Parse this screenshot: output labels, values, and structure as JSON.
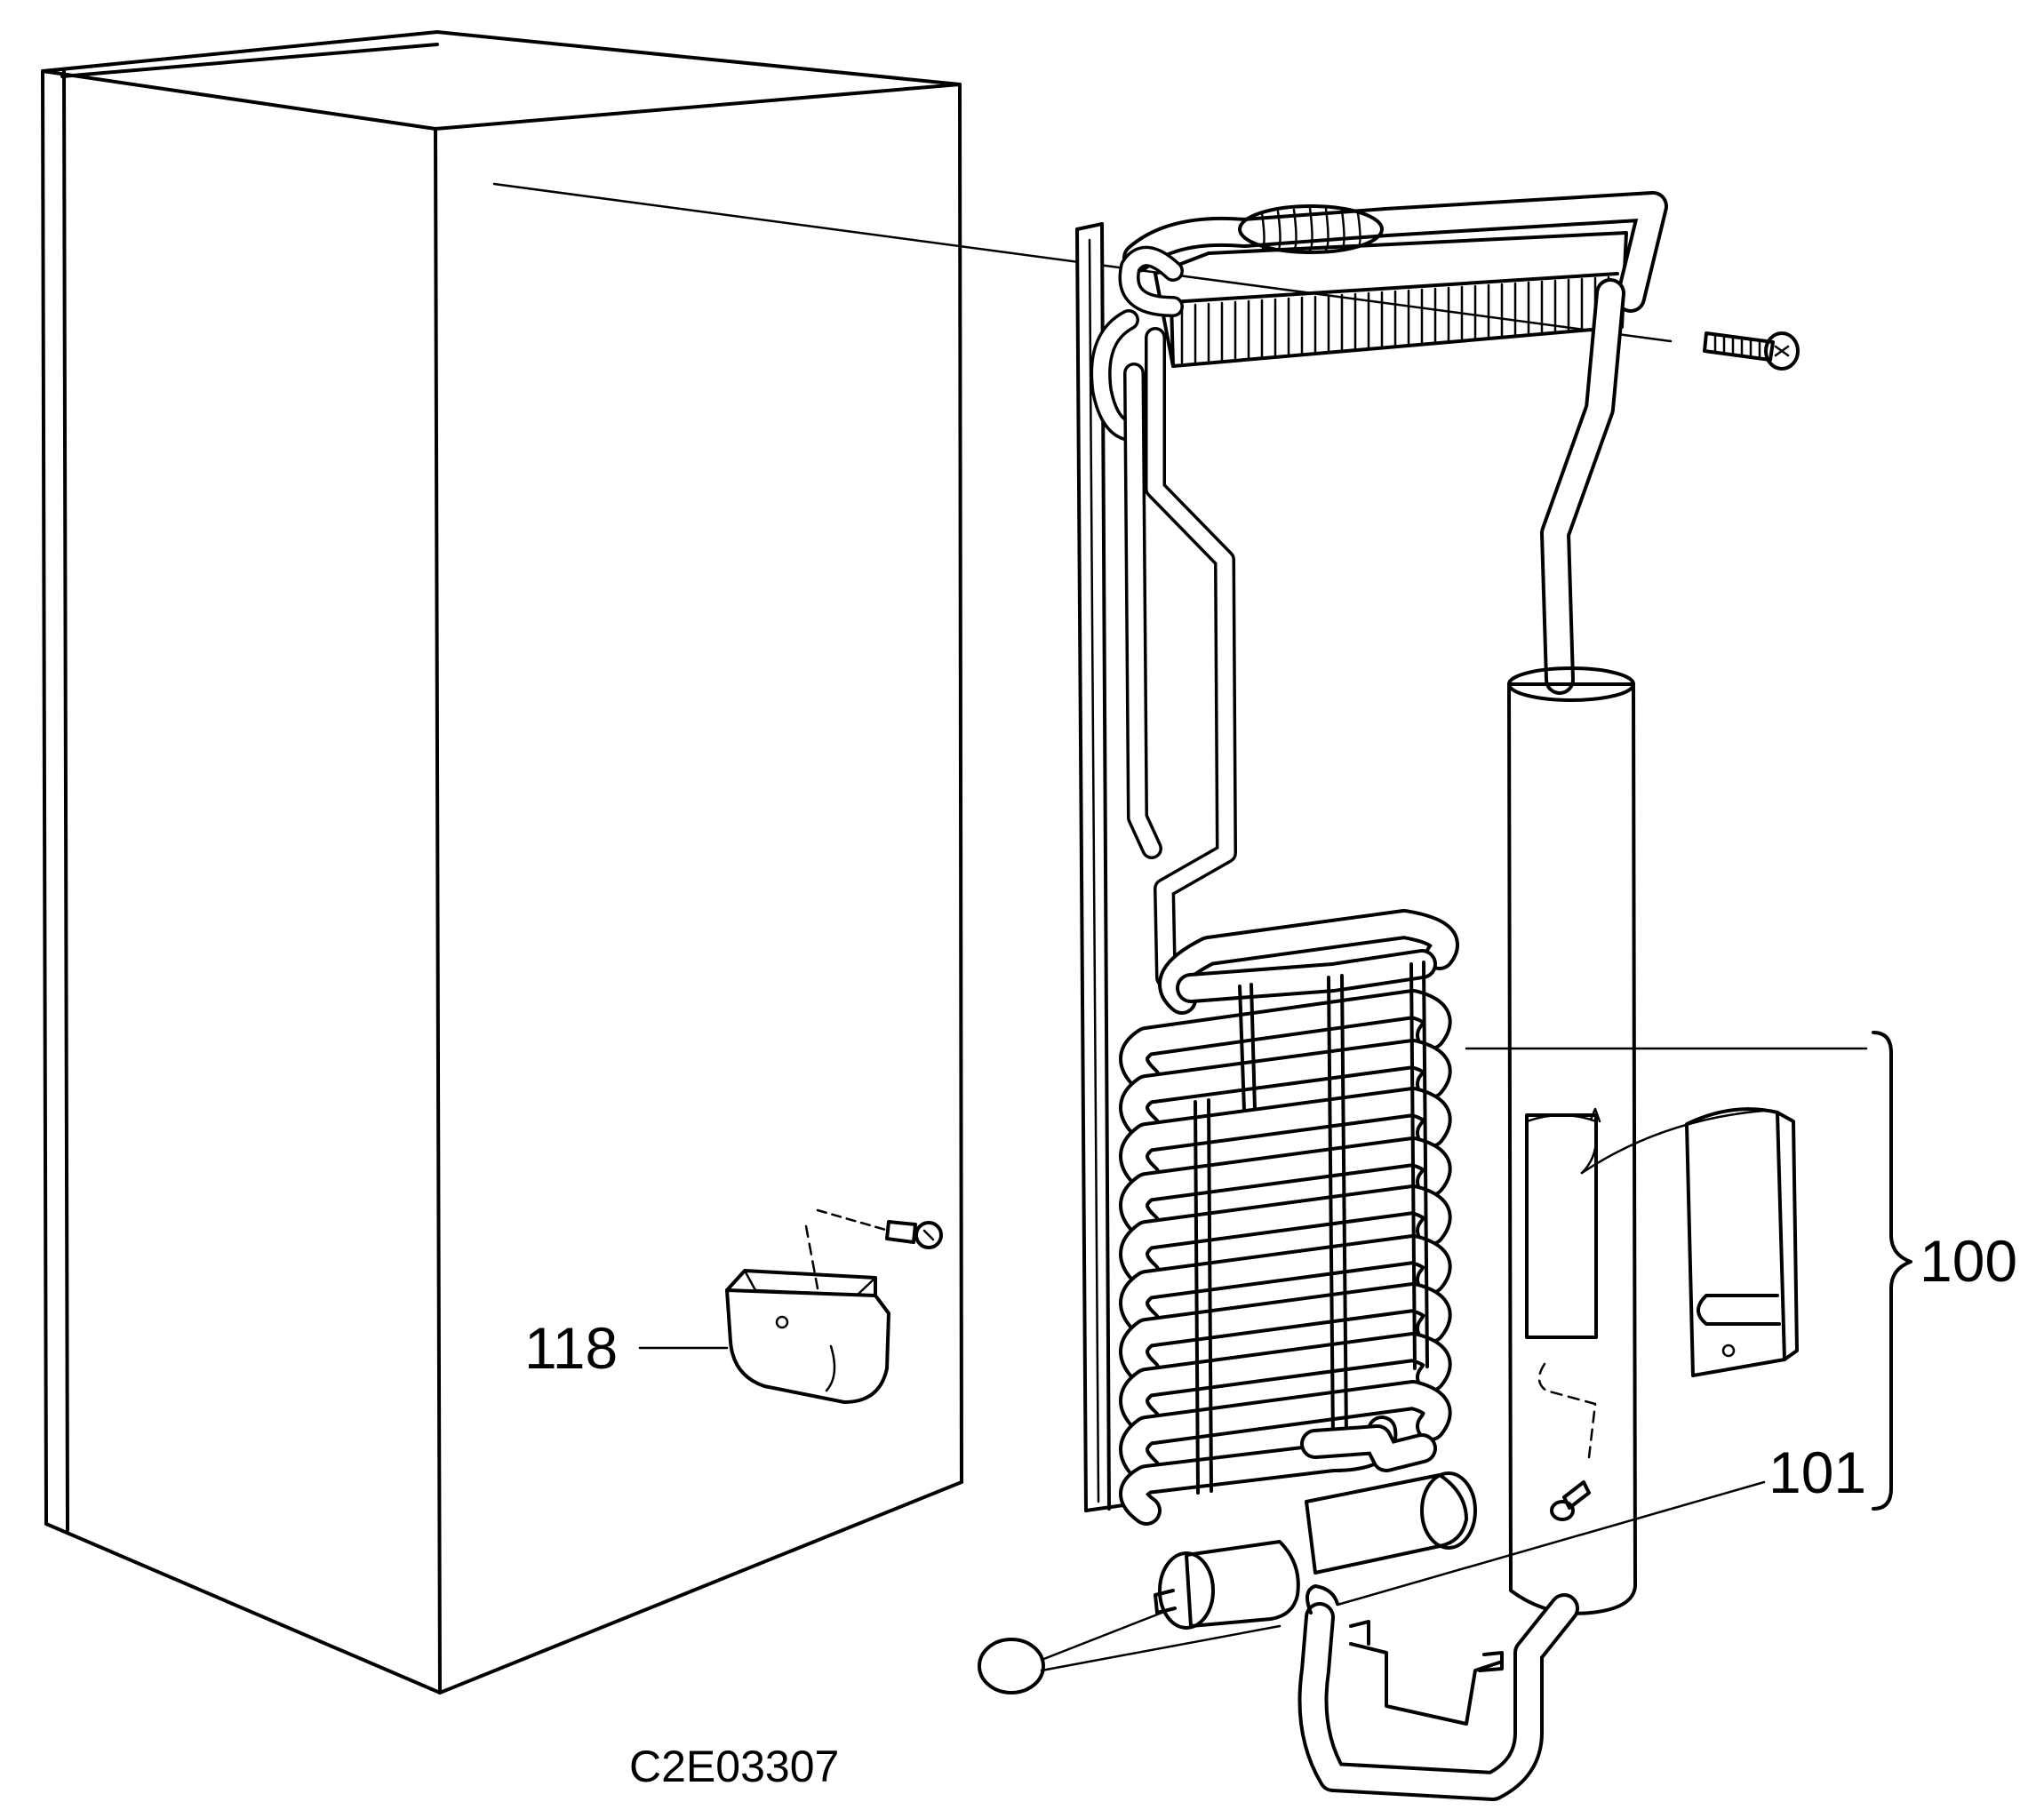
{
  "callouts": {
    "part_118": "118",
    "part_100": "100",
    "part_101": "101"
  },
  "drawing_code": "C2E03307"
}
